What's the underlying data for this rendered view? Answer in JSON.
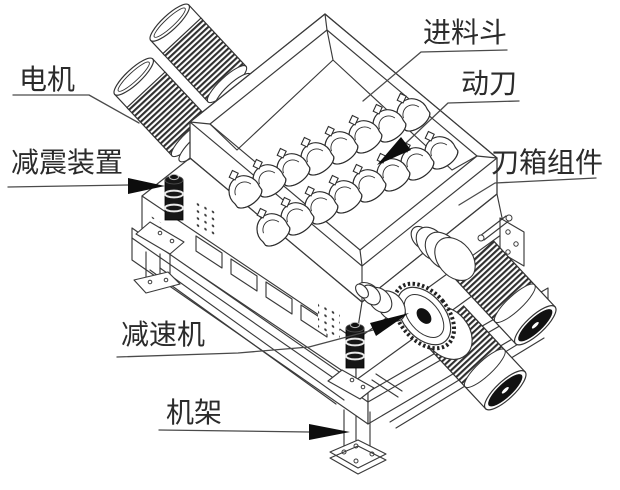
{
  "figure": {
    "kind": "isometric technical line drawing",
    "subject": "dual-shaft shredder machine structure with part callouts"
  },
  "colors": {
    "background": "#ffffff",
    "line": "#3a3a3a",
    "text": "#2b2b2b",
    "arrowhead": "#0d0d0d",
    "dark_fill": "#161616"
  },
  "labels": [
    {
      "id": "feed-hopper",
      "text": "进料斗",
      "has_arrowhead": false
    },
    {
      "id": "moving-blade",
      "text": "动刀",
      "has_arrowhead": true
    },
    {
      "id": "motor",
      "text": "电机",
      "has_arrowhead": false
    },
    {
      "id": "damping-device",
      "text": "减震装置",
      "has_arrowhead": true
    },
    {
      "id": "knife-box-assembly",
      "text": "刀箱组件",
      "has_arrowhead": false
    },
    {
      "id": "reducer",
      "text": "减速机",
      "has_arrowhead": true
    },
    {
      "id": "machine-frame",
      "text": "机架",
      "has_arrowhead": true
    }
  ]
}
